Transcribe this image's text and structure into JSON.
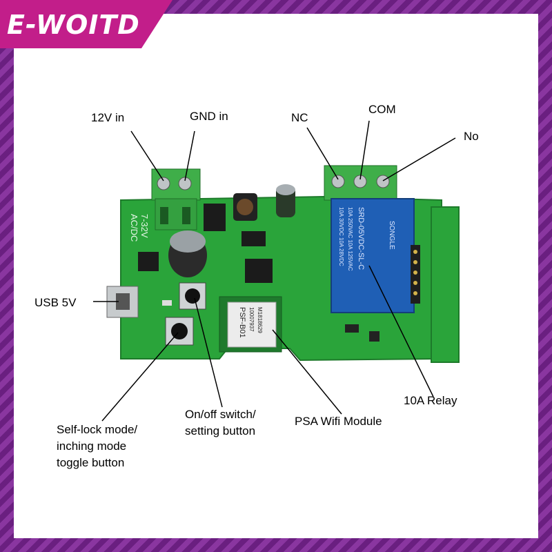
{
  "brand": {
    "name": "E-WOITD",
    "color": "#c21e8a"
  },
  "labels": {
    "v12_in": "12V in",
    "gnd_in": "GND in",
    "nc": "NC",
    "com": "COM",
    "no": "No",
    "usb_5v": "USB 5V",
    "relay": "10A Relay",
    "self_lock_1": "Self-lock mode/",
    "self_lock_2": "inching mode",
    "self_lock_3": "toggle button",
    "onoff_1": "On/off switch/",
    "onoff_2": "setting button",
    "wifi_module": "PSA Wifi Module"
  },
  "pcb": {
    "silk_acdc": "AC/DC",
    "silk_voltage": "7-32V",
    "module_text_1": "PSF-B01",
    "module_text_2": "10007937",
    "module_text_3": "M1818629",
    "relay_text_1": "SRD-05VDC-SL-C",
    "relay_text_2": "10A 250VAC 10A 125VAC",
    "relay_text_3": "10A 30VDC 10A 28VDC",
    "relay_brand": "SONGLE"
  },
  "colors": {
    "pcb": "#2aa43a",
    "terminal": "#3fae49",
    "relay": "#1f5fb5"
  }
}
